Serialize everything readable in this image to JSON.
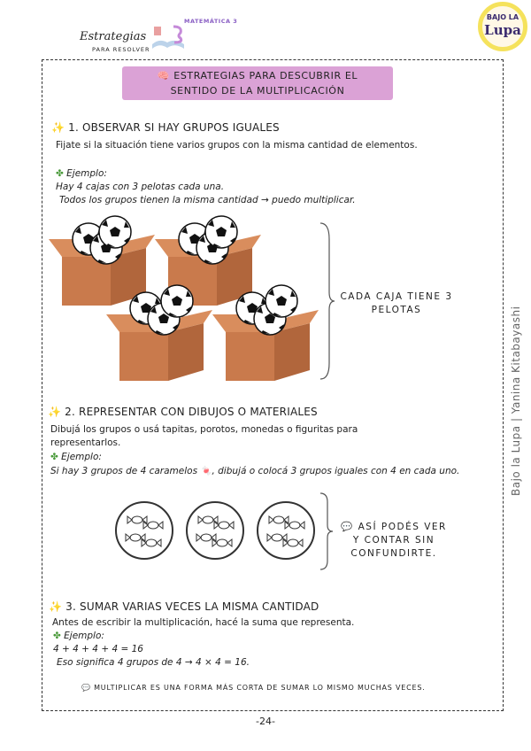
{
  "header": {
    "brand_title": "Estrategias",
    "brand_subtitle": "PARA RESOLVER",
    "book_badge": "MATEMÁTICA 3",
    "logo_top": "BAJO LA",
    "logo_main": "Lupa"
  },
  "title": {
    "line1": "ESTRATEGIAS PARA DESCUBRIR EL",
    "line2": "SENTIDO DE LA MULTIPLICACIÓN"
  },
  "sections": [
    {
      "heading": "1. OBSERVAR SI HAY GRUPOS IGUALES",
      "body": "Fijate si la situación tiene varios grupos con la misma cantidad de elementos.",
      "example_label": "Ejemplo:",
      "example_lines": [
        "Hay 4 cajas con 3 pelotas cada una.",
        "Todos los grupos tienen la misma cantidad → puedo multiplicar."
      ],
      "caption": "CADA CAJA TIENE 3 PELOTAS"
    },
    {
      "heading": "2. REPRESENTAR CON DIBUJOS O MATERIALES",
      "body": "Dibujá los grupos o usá tapitas, porotos, monedas o figuritas para representarlos.",
      "example_label": "Ejemplo:",
      "example_lines": [
        "Si hay 3 grupos de 4 caramelos 🍬, dibujá o colocá 3 grupos iguales con 4 en cada uno."
      ],
      "caption": "💬 ASÍ PODÉS VER Y CONTAR SIN CONFUNDIRTE."
    },
    {
      "heading": "3. SUMAR VARIAS VECES LA MISMA CANTIDAD",
      "body": "Antes de escribir la multiplicación, hacé la suma que representa.",
      "example_label": "Ejemplo:",
      "example_lines": [
        "4 + 4 + 4 + 4 = 16",
        "Eso significa 4 grupos de 4 → 4 × 4 = 16."
      ]
    }
  ],
  "note": "💬 MULTIPLICAR ES UNA FORMA MÁS CORTA DE SUMAR LO MISMO MUCHAS VECES.",
  "side_credit": "Bajo la Lupa | Yanina Kitabayashi",
  "page_number": "-24-"
}
